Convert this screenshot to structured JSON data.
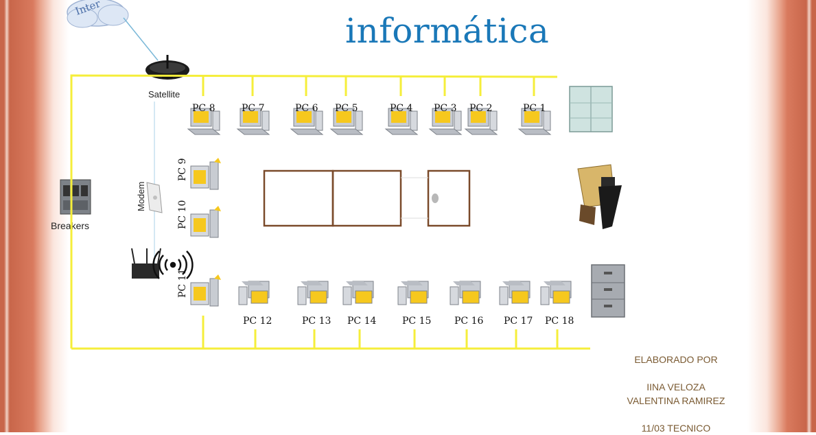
{
  "title": "informática",
  "cloud_label": "Inter",
  "satellite_label": "Satellite",
  "modem_label": "Modem",
  "breakers_label": "Breakers",
  "pcs_top": [
    "PC 8",
    "PC 7",
    "PC 6",
    "PC 5",
    "PC 4",
    "PC 3",
    "PC 2",
    "PC 1"
  ],
  "pcs_left": [
    "PC 9",
    "PC 10",
    "PC 11"
  ],
  "pcs_bottom": [
    "PC 12",
    "PC 13",
    "PC 14",
    "PC 15",
    "PC 16",
    "PC 17",
    "PC 18"
  ],
  "credits": {
    "heading": "ELABORADO POR",
    "name1": "IINA VELOZA",
    "name2": "VALENTINA RAMIREZ",
    "group": "11/03 TECNICO"
  },
  "colors": {
    "title": "#1a78b8",
    "cable": "#f5ee3a",
    "frame": "#c8664a",
    "credits": "#7a5a32"
  }
}
